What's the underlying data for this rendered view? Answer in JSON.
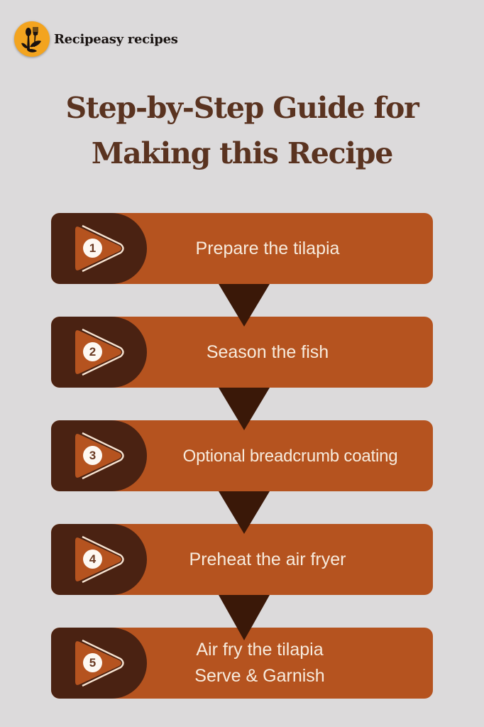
{
  "brand": {
    "name": "Recipeasy recipes",
    "logo_icon": "spoon-fork-leaf-icon",
    "logo_color": "#f3a41f"
  },
  "title": {
    "line1": "Step-by-Step Guide for",
    "line2": "Making this Recipe",
    "color": "#5a3320"
  },
  "colors": {
    "background": "#dcdadb",
    "step_bar": "#b5531f",
    "step_tab": "#4a2212",
    "arrow": "#3a1808",
    "step_text": "#f7ebdd"
  },
  "steps": [
    {
      "number": "1",
      "lines": [
        "Prepare the tilapia"
      ]
    },
    {
      "number": "2",
      "lines": [
        "Season the fish"
      ]
    },
    {
      "number": "3",
      "lines": [
        "Optional breadcrumb coating"
      ]
    },
    {
      "number": "4",
      "lines": [
        "Preheat the air fryer"
      ]
    },
    {
      "number": "5",
      "lines": [
        "Air fry the tilapia",
        "Serve & Garnish"
      ]
    }
  ],
  "connector_icon": "down-triangle-arrow-icon",
  "badge_icon": "play-triangle-icon"
}
